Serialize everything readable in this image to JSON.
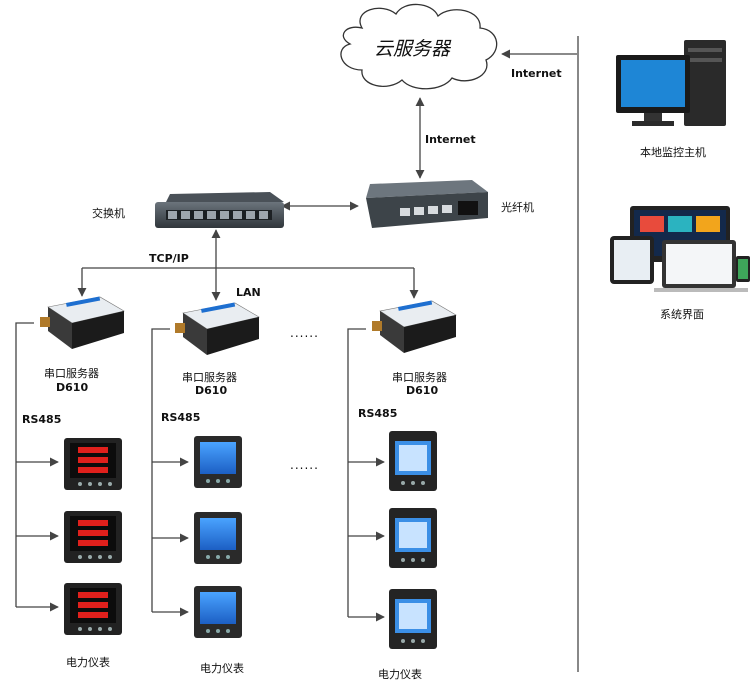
{
  "cloud": {
    "label": "云服务器"
  },
  "links": {
    "internet_right": "Internet",
    "internet_down": "Internet",
    "tcpip": "TCP/IP",
    "lan": "LAN"
  },
  "devices": {
    "switch": "交换机",
    "fiber_converter": "光纤机",
    "local_host": "本地监控主机",
    "system_ui": "系统界面"
  },
  "servers": [
    {
      "name": "串口服务器",
      "model": "D610"
    },
    {
      "name": "串口服务器",
      "model": "D610"
    },
    {
      "name": "串口服务器",
      "model": "D610"
    }
  ],
  "bus_label": "RS485",
  "meter_label": "电力仪表",
  "ellipsis": "......",
  "colors": {
    "line": "#444444",
    "meter_red": "#e0201c",
    "meter_lcd": "#1e7bd8",
    "device_orange": "#b07a2a"
  }
}
